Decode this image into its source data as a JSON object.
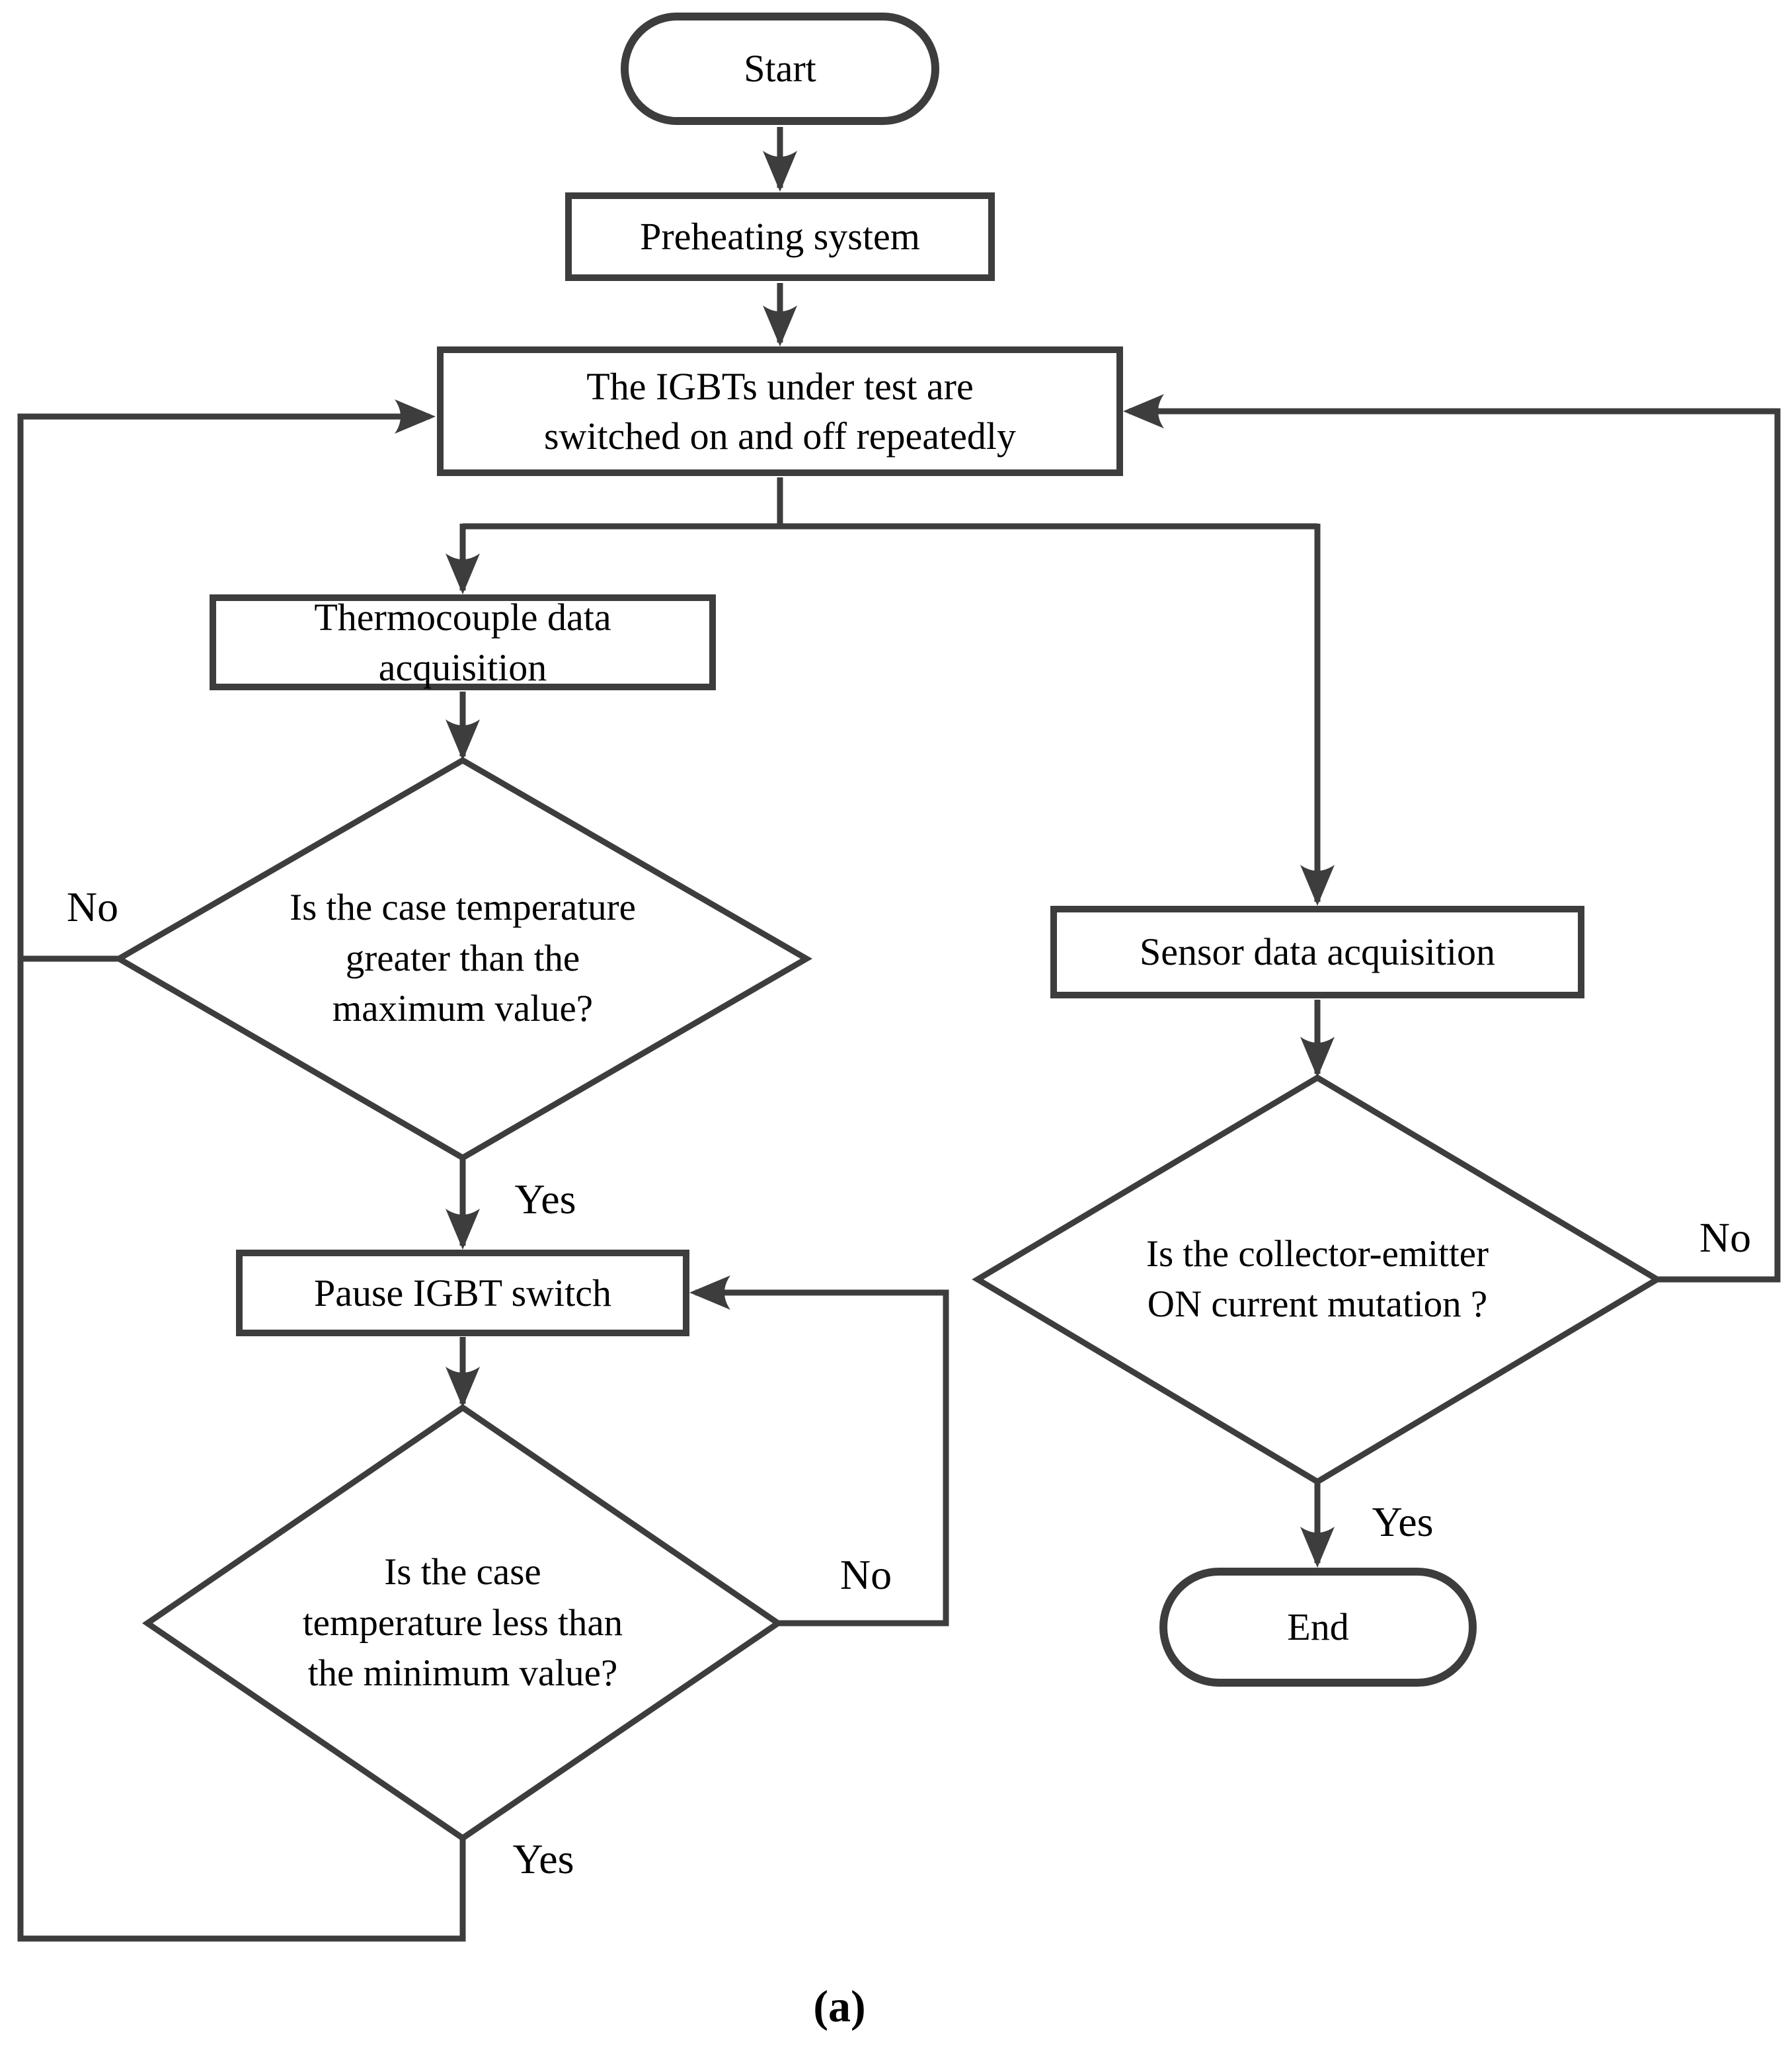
{
  "figure": {
    "caption": "(a)",
    "background_color": "#ffffff",
    "line_color": "#3d3d3d",
    "text_color": "#000000"
  },
  "nodes": {
    "start": {
      "type": "terminator",
      "label": "Start"
    },
    "preheating": {
      "type": "process",
      "label": "Preheating system"
    },
    "igbt_switching": {
      "type": "process",
      "label": "The IGBTs under test are\nswitched on and off repeatedly"
    },
    "thermocouple": {
      "type": "process",
      "label": "Thermocouple data\nacquisition"
    },
    "case_temp_max": {
      "type": "decision",
      "label": "Is the case temperature\ngreater than the\nmaximum value?"
    },
    "pause_igbt": {
      "type": "process",
      "label": "Pause IGBT switch"
    },
    "case_temp_min": {
      "type": "decision",
      "label": "Is the case\ntemperature less than\nthe minimum value?"
    },
    "sensor": {
      "type": "process",
      "label": "Sensor data acquisition"
    },
    "collector_emitter": {
      "type": "decision",
      "label": "Is the collector-emitter\nON current mutation ?"
    },
    "end": {
      "type": "terminator",
      "label": "End"
    }
  },
  "edge_labels": {
    "case_temp_max_no": "No",
    "case_temp_max_yes": "Yes",
    "case_temp_min_no": "No",
    "case_temp_min_yes": "Yes",
    "collector_emitter_no": "No",
    "collector_emitter_yes": "Yes"
  }
}
